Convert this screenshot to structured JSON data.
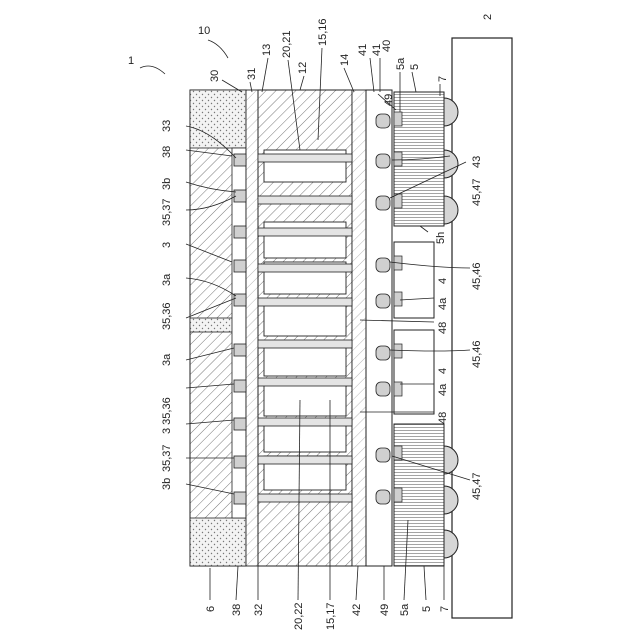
{
  "labels": {
    "assembly": "1",
    "board": "2",
    "module": "10",
    "l12": "12",
    "l13": "13",
    "l14": "14",
    "l20_21": "20,21",
    "l15_16": "15,16",
    "l30": "30",
    "l31": "31",
    "l41a": "41",
    "l41b": "41",
    "l40": "40",
    "l5a_top": "5a",
    "l5_top": "5",
    "l7_top": "7",
    "l33": "33",
    "l38_left": "38",
    "l3b_top": "3b",
    "l35_37_top": "35,37",
    "l3_top": "3",
    "l3a_top": "3a",
    "l35_36_top": "35,36",
    "l3a_bottom": "3a",
    "l3_35_36": "3 35,36",
    "l35_37_bottom": "35,37",
    "l3b_bottom": "3b",
    "l49_top": "49",
    "l43": "43",
    "l45_47_top": "45,47",
    "l5h": "5h",
    "l45_46_a": "45,46",
    "l4_a": "4",
    "l4a_a": "4a",
    "l48_a": "48",
    "l45_46_b": "45,46",
    "l4_b": "4",
    "l4a_b": "4a",
    "l48_b": "48",
    "l45_47_bottom": "45,47",
    "l6": "6",
    "l38_bottom": "38",
    "l32": "32",
    "l20_22": "20,22",
    "l15_17": "15,17",
    "l42": "42",
    "l49_bottom": "49",
    "l5a_bottom": "5a",
    "l5_bottom": "5",
    "l7_bottom": "7"
  }
}
